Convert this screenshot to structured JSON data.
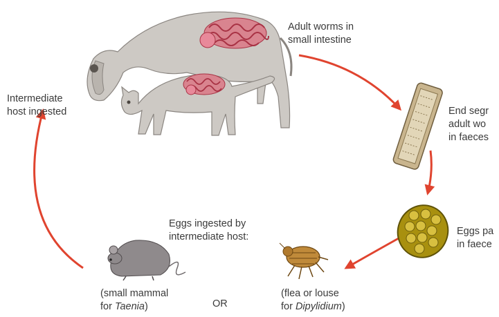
{
  "labels": {
    "adult": [
      "Adult worms in",
      "small intestine"
    ],
    "end_segment": [
      "End segr",
      "adult wo",
      "in faeces"
    ],
    "eggs_passed": [
      "Eggs pa",
      "in faece"
    ],
    "intermediate": [
      "Intermediate",
      "host ingested"
    ],
    "eggs_ingested": [
      "Eggs ingested by",
      "intermediate host:"
    ],
    "mammal": {
      "line1": "(small mammal",
      "line2_prefix": "for ",
      "line2_italic": "Taenia",
      "line2_suffix": ")"
    },
    "or": "OR",
    "flea": {
      "line1": "(flea or louse",
      "line2_prefix": "for ",
      "line2_italic": "Dipylidium",
      "line2_suffix": ")"
    }
  },
  "colors": {
    "arrow": "#e0442f",
    "animal": "#c8c4bf",
    "animal_outline": "#8a8580",
    "intestine": "#c23a4c",
    "segment": "#b9a27a",
    "egg_cluster": "#b39a1e",
    "mouse": "#8f8a8c",
    "flea": "#b07a2e"
  }
}
